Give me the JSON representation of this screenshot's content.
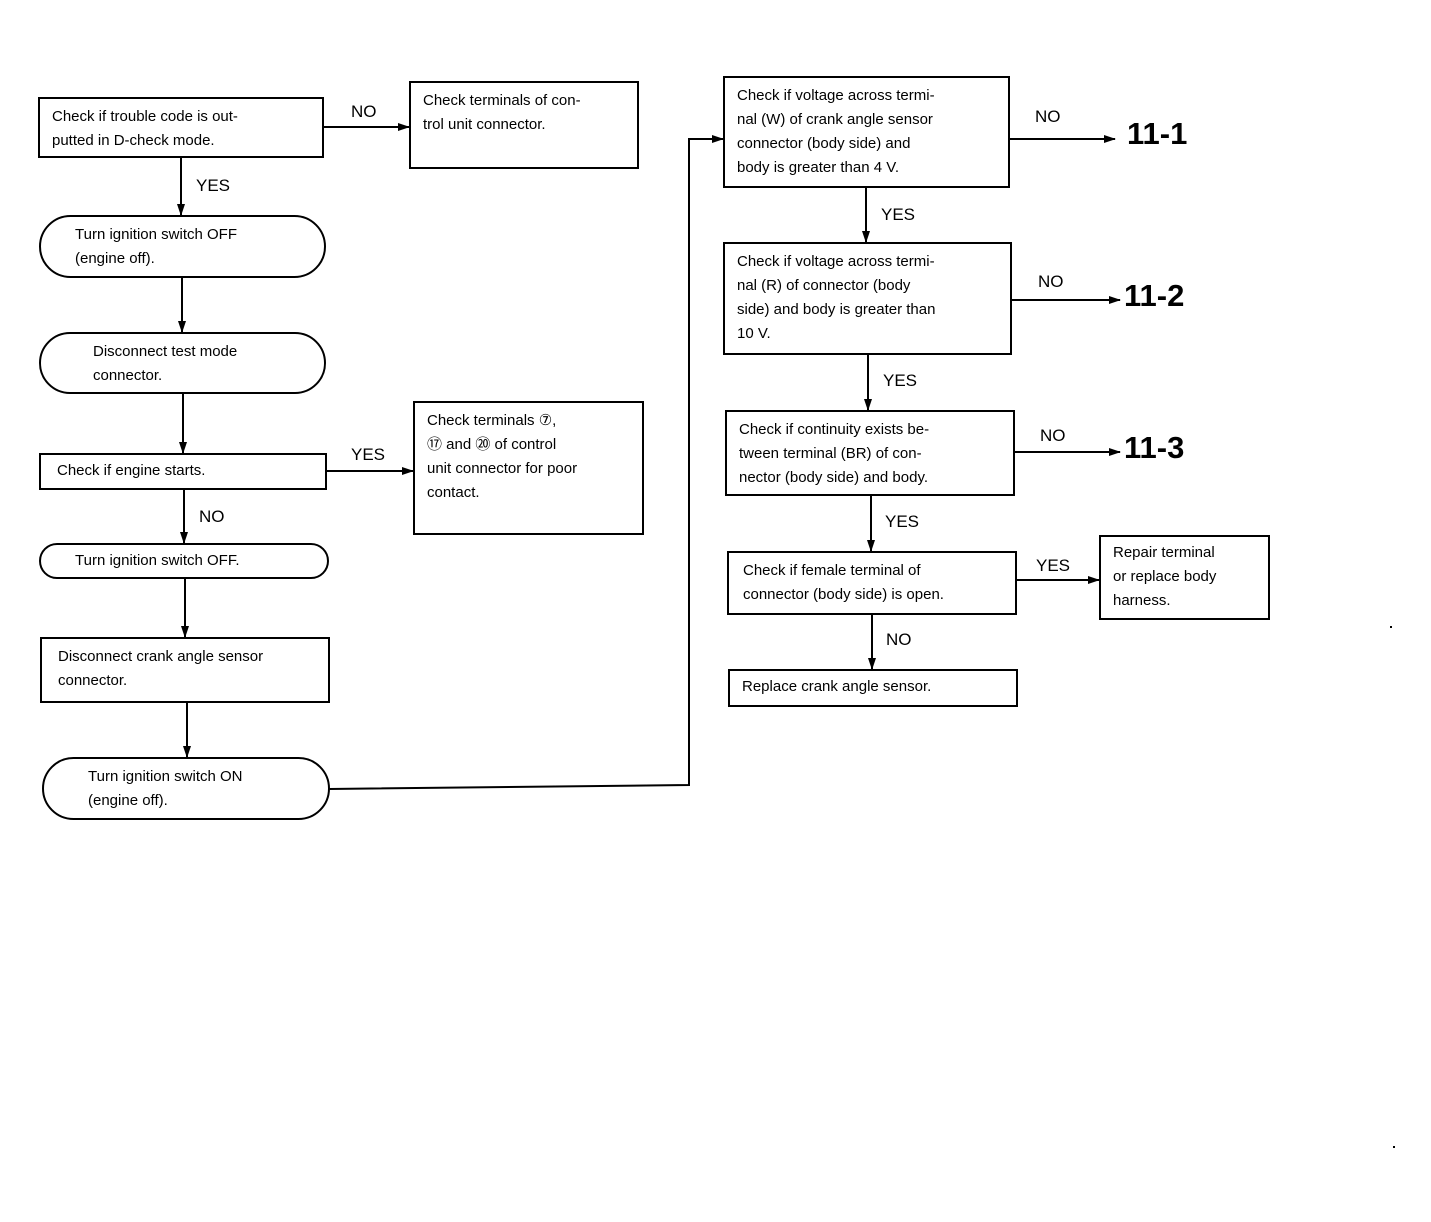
{
  "nodes": {
    "n1": "Check if trouble code is out-\nputted in D-check mode.",
    "n1_no": "Check terminals of con-\ntrol unit connector.",
    "n2": "Turn ignition switch OFF\n(engine off).",
    "n3": "Disconnect test mode\nconnector.",
    "n4": "Check if engine starts.",
    "n4_yes": "Check terminals ⑦,\n⑰ and ⑳ of control\nunit connector for poor\ncontact.",
    "n5": "Turn ignition switch OFF.",
    "n6": "Disconnect crank angle sensor\nconnector.",
    "n7": "Turn ignition switch ON\n(engine off).",
    "r1": "Check if voltage across termi-\nnal (W) of crank angle sensor\nconnector (body side) and\nbody is greater than 4 V.",
    "r2": "Check if voltage across termi-\nnal (R) of connector (body\nside) and body is greater than\n10 V.",
    "r3": "Check if continuity exists be-\ntween terminal (BR) of con-\nnector (body side) and body.",
    "r4": "Check if female terminal of\nconnector (body side) is open.",
    "r4_yes": "Repair terminal\nor replace body\nharness.",
    "r5": "Replace crank angle sensor."
  },
  "labels": {
    "n1_no": "NO",
    "n1_yes": "YES",
    "n4_yes": "YES",
    "n4_no": "NO",
    "r1_no": "NO",
    "r1_yes": "YES",
    "r2_no": "NO",
    "r2_yes": "YES",
    "r3_no": "NO",
    "r3_yes": "YES",
    "r4_yes": "YES",
    "r4_no": "NO"
  },
  "references": {
    "ref1": "11-1",
    "ref2": "11-2",
    "ref3": "11-3"
  }
}
